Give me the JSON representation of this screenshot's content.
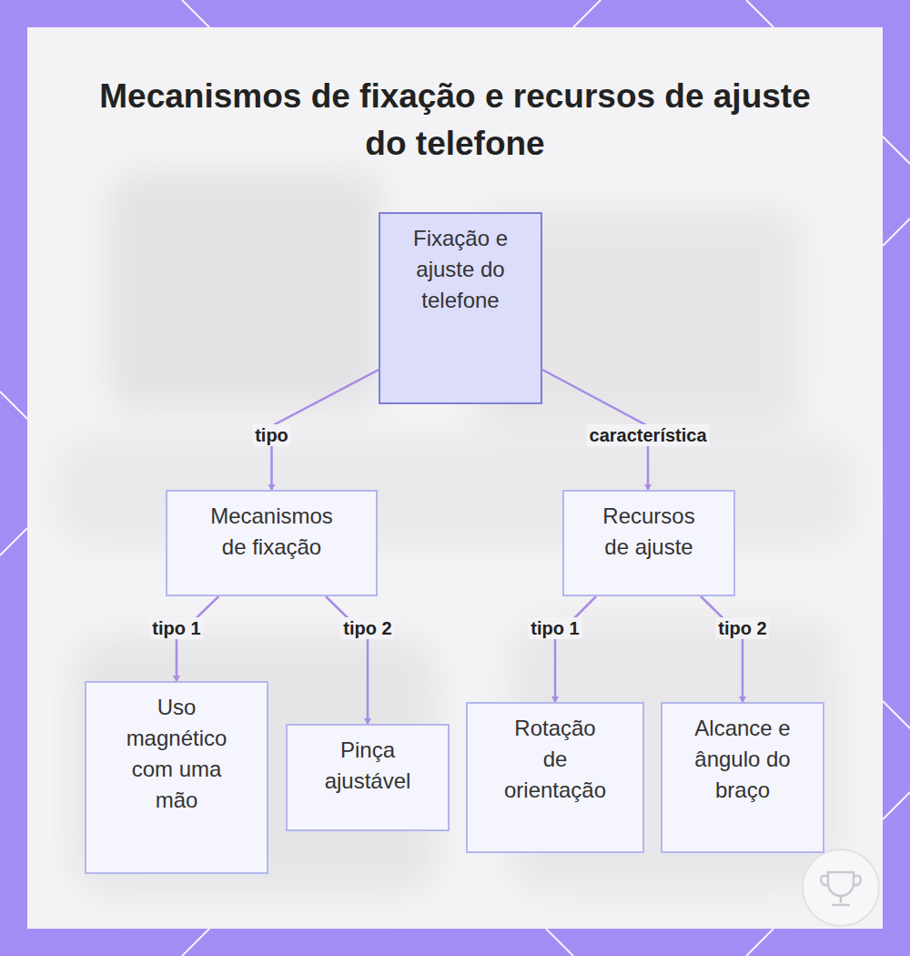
{
  "diagram": {
    "title": "Mecanismos de fixação e recursos de ajuste do telefone",
    "nodes": [
      {
        "text": [
          "Fixação e ajuste do telefone"
        ]
      },
      {
        "text": [
          "Mecanismos de fixação"
        ]
      },
      {
        "text": [
          "Recursos de ajuste"
        ]
      },
      {
        "text": [
          "Uso magnético com uma mão"
        ]
      },
      {
        "text": [
          "Pinça ajustável"
        ]
      },
      {
        "text": [
          "Rotação de orientação"
        ]
      },
      {
        "text": [
          "Alcance e ângulo do braço"
        ]
      }
    ],
    "edges": [
      {
        "from": 0,
        "to": 1,
        "label": "tipo",
        "arrow": "to"
      },
      {
        "from": 0,
        "to": 2,
        "label": "característica",
        "arrow": "to"
      },
      {
        "from": 1,
        "to": 3,
        "label": "tipo 1",
        "arrow": "to"
      },
      {
        "from": 1,
        "to": 4,
        "label": "tipo 2",
        "arrow": "to"
      },
      {
        "from": 2,
        "to": 5,
        "label": "tipo 1",
        "arrow": "to"
      },
      {
        "from": 2,
        "to": 6,
        "label": "tipo 2",
        "arrow": "to"
      }
    ]
  }
}
